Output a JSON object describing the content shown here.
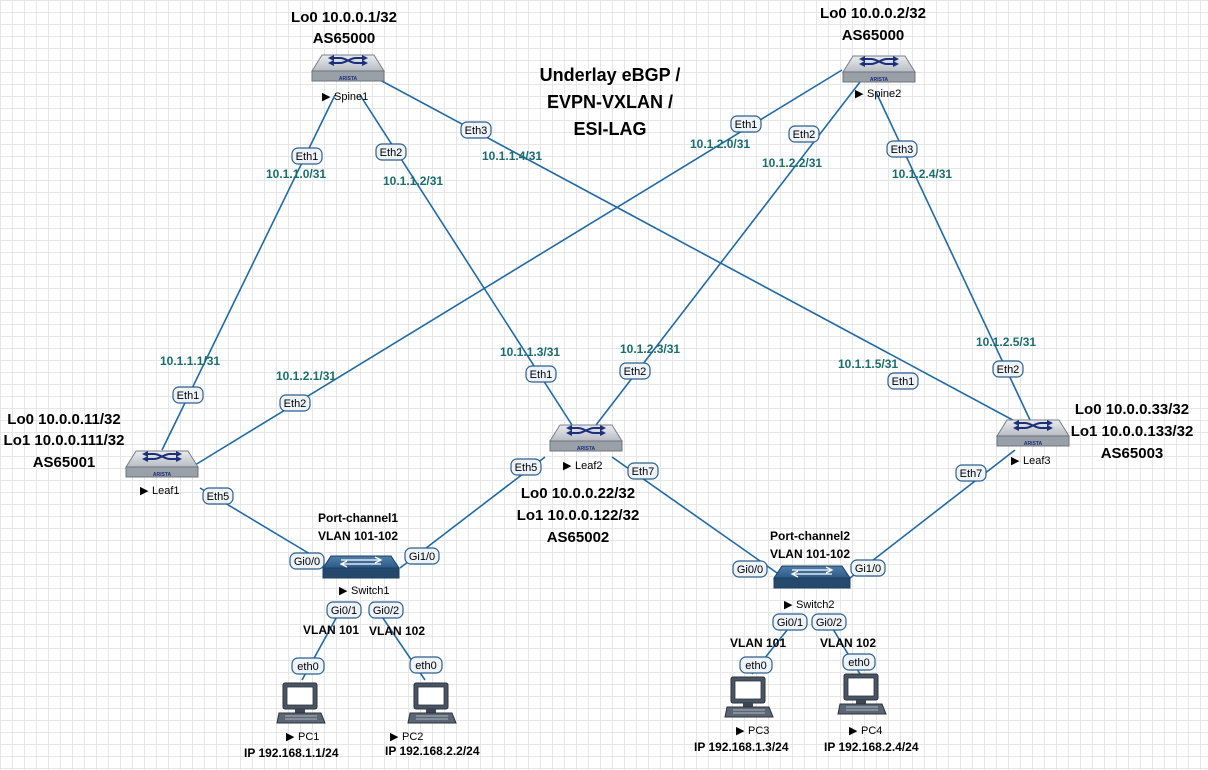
{
  "title": [
    "Underlay eBGP /",
    "EVPN-VXLAN /",
    "ESI-LAG"
  ],
  "devices": {
    "spine1": {
      "name": "Spine1",
      "vendor": "ARISTA",
      "info": [
        "Lo0 10.0.0.1/32",
        "AS65000"
      ]
    },
    "spine2": {
      "name": "Spine2",
      "vendor": "ARISTA",
      "info": [
        "Lo0 10.0.0.2/32",
        "AS65000"
      ]
    },
    "leaf1": {
      "name": "Leaf1",
      "vendor": "ARISTA",
      "info": [
        "Lo0 10.0.0.11/32",
        "Lo1 10.0.0.111/32",
        "AS65001"
      ]
    },
    "leaf2": {
      "name": "Leaf2",
      "vendor": "ARISTA",
      "info": [
        "Lo0 10.0.0.22/32",
        "Lo1 10.0.0.122/32",
        "AS65002"
      ]
    },
    "leaf3": {
      "name": "Leaf3",
      "vendor": "ARISTA",
      "info": [
        "Lo0 10.0.0.33/32",
        "Lo1 10.0.0.133/32",
        "AS65003"
      ]
    },
    "switch1": {
      "name": "Switch1",
      "info": [
        "Port-channel1",
        "VLAN 101-102"
      ]
    },
    "switch2": {
      "name": "Switch2",
      "info": [
        "Port-channel2",
        "VLAN 101-102"
      ]
    },
    "pc1": {
      "name": "PC1",
      "ip": "IP  192.168.1.1/24",
      "vlan": "VLAN 101"
    },
    "pc2": {
      "name": "PC2",
      "ip": "IP  192.168.2.2/24",
      "vlan": "VLAN 102"
    },
    "pc3": {
      "name": "PC3",
      "ip": "IP  192.168.1.3/24",
      "vlan": "VLAN 101"
    },
    "pc4": {
      "name": "PC4",
      "ip": "IP  192.168.2.4/24",
      "vlan": "VLAN 102"
    }
  },
  "interfaces": {
    "s1_eth1": "Eth1",
    "s1_eth2": "Eth2",
    "s1_eth3": "Eth3",
    "s2_eth1": "Eth1",
    "s2_eth2": "Eth2",
    "s2_eth3": "Eth3",
    "l1_eth1": "Eth1",
    "l1_eth2": "Eth2",
    "l1_eth5": "Eth5",
    "l2_eth1": "Eth1",
    "l2_eth2": "Eth2",
    "l2_eth5": "Eth5",
    "l2_eth7": "Eth7",
    "l3_eth1": "Eth1",
    "l3_eth2": "Eth2",
    "l3_eth7": "Eth7",
    "sw1_gi00": "Gi0/0",
    "sw1_gi10": "Gi1/0",
    "sw1_gi01": "Gi0/1",
    "sw1_gi02": "Gi0/2",
    "sw2_gi00": "Gi0/0",
    "sw2_gi10": "Gi1/0",
    "sw2_gi01": "Gi0/1",
    "sw2_gi02": "Gi0/2",
    "pc1_eth0": "eth0",
    "pc2_eth0": "eth0",
    "pc3_eth0": "eth0",
    "pc4_eth0": "eth0"
  },
  "subnets": {
    "s1_l1": "10.1.1.0/31",
    "l1_s1": "10.1.1.1/31",
    "s1_l2": "10.1.1.2/31",
    "l2_s1": "10.1.1.3/31",
    "s1_l3": "10.1.1.4/31",
    "l3_s1": "10.1.1.5/31",
    "s2_l1": "10.1.2.0/31",
    "l1_s2": "10.1.2.1/31",
    "s2_l2": "10.1.2.2/31",
    "l2_s2": "10.1.2.3/31",
    "s2_l3": "10.1.2.4/31",
    "l3_s2": "10.1.2.5/31"
  },
  "colors": {
    "link": "#1f6aa5",
    "subnet_text": "#1a6d6d",
    "badge_border": "#2c5f8a"
  }
}
